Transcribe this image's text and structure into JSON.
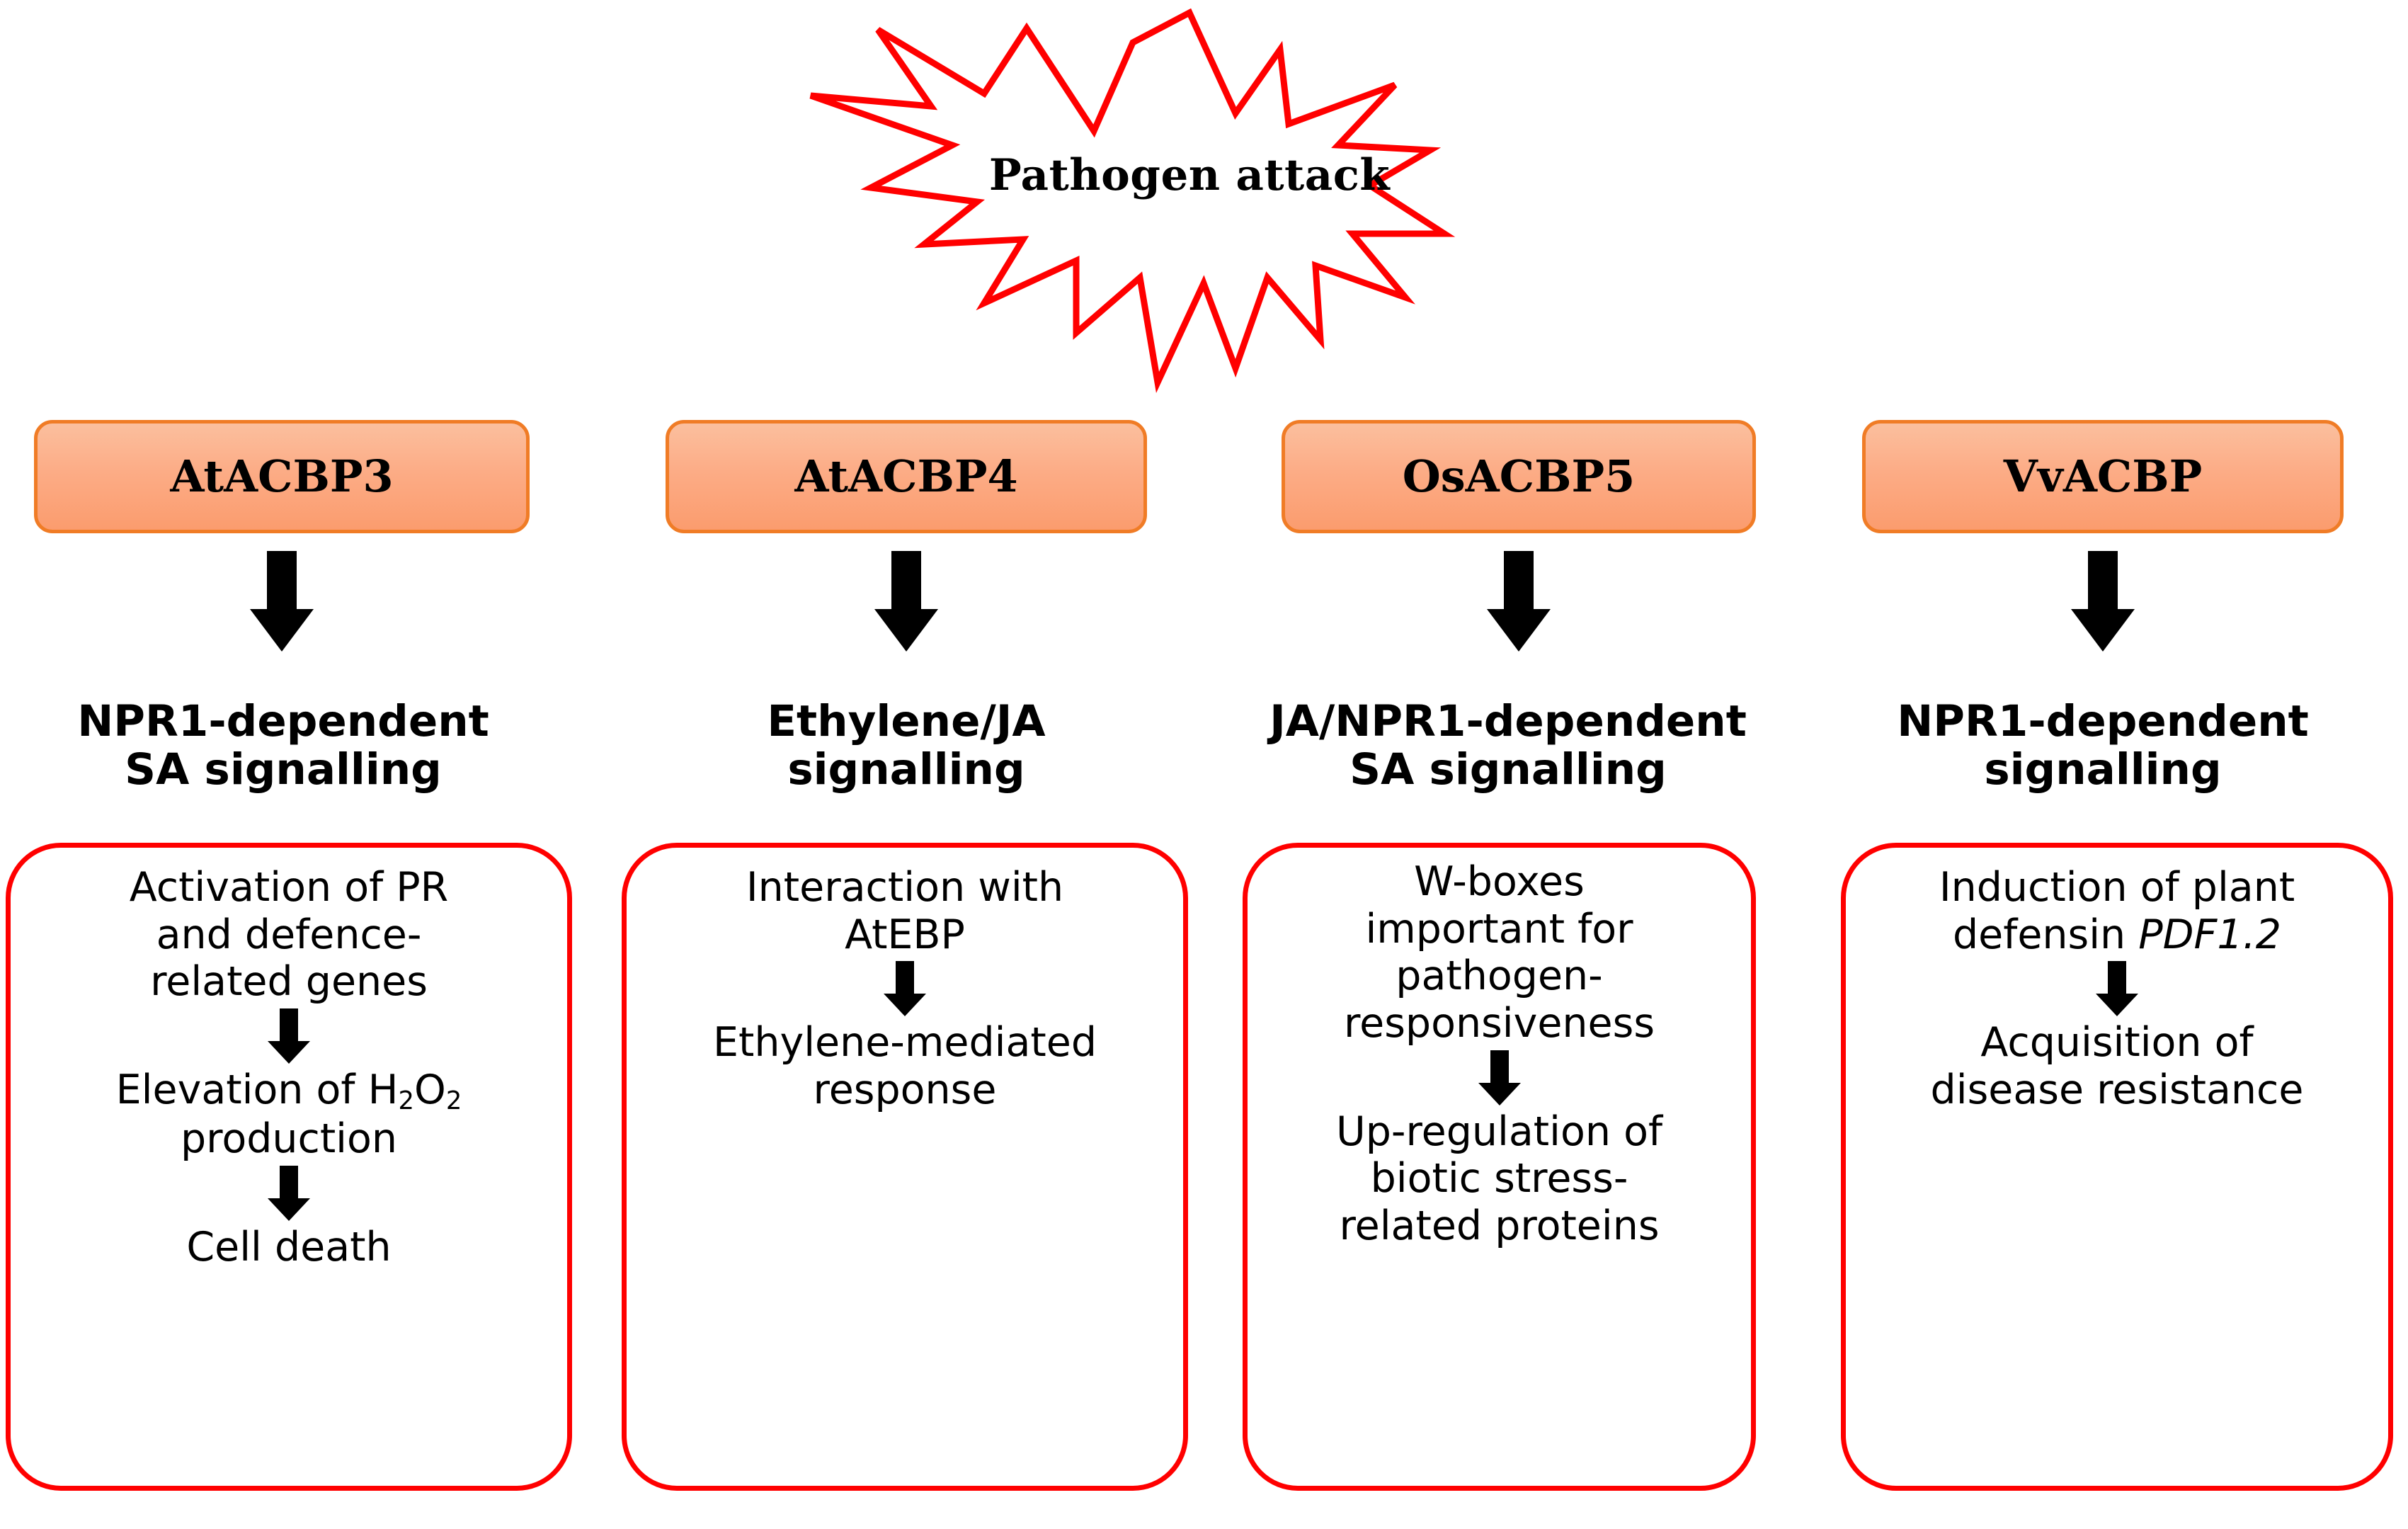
{
  "burst": {
    "label": "Pathogen attack",
    "outline_color": "#FF0000"
  },
  "theme": {
    "header_fill": "#FCA77C",
    "header_border": "#F07C26",
    "outcome_border": "#FF0000",
    "text_color": "#000000"
  },
  "columns": [
    {
      "protein": "AtACBP3",
      "signalling": "NPR1-dependent\nSA signalling",
      "steps": [
        "Activation of PR\nand defence-\nrelated genes",
        "Elevation of H2O2\nproduction",
        "Cell death"
      ],
      "steps_parts": {
        "s1": "Activation of PR\nand defence-\nrelated genes",
        "s2_a": "Elevation of H",
        "s2_sub1": "2",
        "s2_b": "O",
        "s2_sub2": "2",
        "s2_c": "production",
        "s3": "Cell death"
      }
    },
    {
      "protein": "AtACBP4",
      "signalling": "Ethylene/JA\nsignalling",
      "steps": [
        "Interaction with\nAtEBP",
        "Ethylene-mediated\nresponse"
      ]
    },
    {
      "protein": "OsACBP5",
      "signalling": "JA/NPR1-dependent\nSA signalling",
      "steps": [
        "W-boxes\nimportant for\npathogen-\nresponsiveness",
        "Up-regulation of\nbiotic stress-\nrelated proteins"
      ]
    },
    {
      "protein": "VvACBP",
      "signalling": "NPR1-dependent\nsignalling",
      "steps_parts": {
        "s1_a": "Induction of plant\ndefensin ",
        "s1_italic": "PDF1.2",
        "s2": "Acquisition of\ndisease resistance"
      },
      "steps": [
        "Induction of plant defensin PDF1.2",
        "Acquisition of\ndisease resistance"
      ]
    }
  ],
  "icons": {
    "big_arrow": "down-arrow-icon",
    "small_arrow": "down-arrow-small-icon",
    "burst": "starburst-icon"
  }
}
